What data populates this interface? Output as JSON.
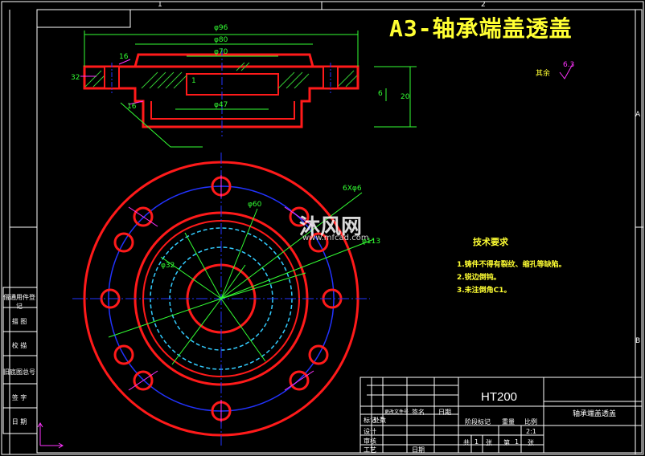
{
  "drawing": {
    "title": "A3-轴承端盖透盖",
    "watermark": {
      "brand": "沐风网",
      "url": "www.mfcad.com"
    },
    "dimensions": {
      "top_width": "φ96",
      "inner1": "φ80",
      "inner2": "φ70",
      "bore": "φ47",
      "left_side": "32",
      "right_depth": "6",
      "height": "20",
      "chamfer_left": "16",
      "chamfer_bottom": "16",
      "note_left": "1",
      "hole_pattern": "6Xφ6",
      "pcd": "φ60",
      "bolt_circle": "φ113",
      "pilot": "φ32"
    },
    "surface_finish": "6.3",
    "surface_label": "其余",
    "technical_requirements": {
      "title": "技术要求",
      "items": [
        "1.铸件不得有裂纹、缩孔等缺陷。",
        "2.锐边倒钝。",
        "3.未注倒角C1。"
      ]
    },
    "side_block": [
      "借通用件登记",
      "描 图",
      "校 描",
      "旧底图总号",
      "签 字",
      "日 期"
    ],
    "title_block": {
      "material": "HT200",
      "part_name": "轴承端盖透盖",
      "labels": [
        "标记",
        "处数",
        "更改文件号",
        "签名",
        "日期",
        "设计",
        "审核",
        "工艺",
        "日期",
        "阶段标记",
        "重量",
        "比例",
        "共",
        "张",
        "第",
        "张"
      ],
      "scale": "2:1",
      "sheet_total": "1",
      "sheet_no": "1"
    },
    "frame_marks": {
      "top": [
        "1",
        "2"
      ],
      "right": [
        "A",
        "B"
      ]
    },
    "colors": {
      "outline": "#ff1a1a",
      "center": "#2233ff",
      "hidden": "#33ccff",
      "dimension": "#33ff33",
      "hatch": "#33cc33",
      "leader": "#ff33ff",
      "text": "#ffff33",
      "frame": "#ffffff"
    }
  }
}
